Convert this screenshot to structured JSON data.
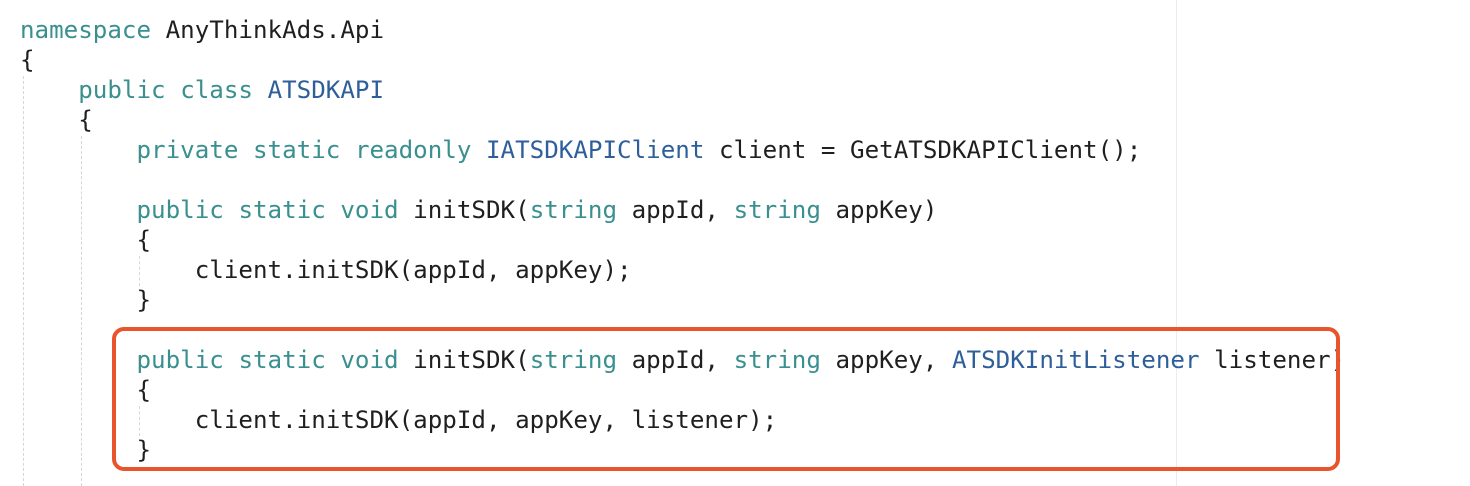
{
  "code": {
    "lines": [
      [
        {
          "t": "namespace",
          "c": "kw"
        },
        {
          "t": " AnyThinkAds.Api",
          "c": "plain"
        }
      ],
      [
        {
          "t": "{",
          "c": "plain"
        }
      ],
      [
        {
          "t": "    ",
          "c": "plain"
        },
        {
          "t": "public",
          "c": "kw"
        },
        {
          "t": " ",
          "c": "plain"
        },
        {
          "t": "class",
          "c": "kw"
        },
        {
          "t": " ",
          "c": "plain"
        },
        {
          "t": "ATSDKAPI",
          "c": "type"
        }
      ],
      [
        {
          "t": "    {",
          "c": "plain"
        }
      ],
      [
        {
          "t": "        ",
          "c": "plain"
        },
        {
          "t": "private",
          "c": "kw"
        },
        {
          "t": " ",
          "c": "plain"
        },
        {
          "t": "static",
          "c": "kw"
        },
        {
          "t": " ",
          "c": "plain"
        },
        {
          "t": "readonly",
          "c": "kw"
        },
        {
          "t": " ",
          "c": "plain"
        },
        {
          "t": "IATSDKAPIClient",
          "c": "type"
        },
        {
          "t": " client = GetATSDKAPIClient();",
          "c": "plain"
        }
      ],
      [],
      [
        {
          "t": "        ",
          "c": "plain"
        },
        {
          "t": "public",
          "c": "kw"
        },
        {
          "t": " ",
          "c": "plain"
        },
        {
          "t": "static",
          "c": "kw"
        },
        {
          "t": " ",
          "c": "plain"
        },
        {
          "t": "void",
          "c": "kw"
        },
        {
          "t": " initSDK(",
          "c": "plain"
        },
        {
          "t": "string",
          "c": "kw"
        },
        {
          "t": " appId, ",
          "c": "plain"
        },
        {
          "t": "string",
          "c": "kw"
        },
        {
          "t": " appKey)",
          "c": "plain"
        }
      ],
      [
        {
          "t": "        {",
          "c": "plain"
        }
      ],
      [
        {
          "t": "            client.initSDK(appId, appKey);",
          "c": "plain"
        }
      ],
      [
        {
          "t": "        }",
          "c": "plain"
        }
      ],
      [],
      [
        {
          "t": "        ",
          "c": "plain"
        },
        {
          "t": "public",
          "c": "kw"
        },
        {
          "t": " ",
          "c": "plain"
        },
        {
          "t": "static",
          "c": "kw"
        },
        {
          "t": " ",
          "c": "plain"
        },
        {
          "t": "void",
          "c": "kw"
        },
        {
          "t": " initSDK(",
          "c": "plain"
        },
        {
          "t": "string",
          "c": "kw"
        },
        {
          "t": " appId, ",
          "c": "plain"
        },
        {
          "t": "string",
          "c": "kw"
        },
        {
          "t": " appKey, ",
          "c": "plain"
        },
        {
          "t": "ATSDKInitListener",
          "c": "type"
        },
        {
          "t": " listener)",
          "c": "plain"
        }
      ],
      [
        {
          "t": "        {",
          "c": "plain"
        }
      ],
      [
        {
          "t": "            client.initSDK(appId, appKey, listener);",
          "c": "plain"
        }
      ],
      [
        {
          "t": "        }",
          "c": "plain"
        }
      ]
    ]
  },
  "colors": {
    "keyword": "#3a8f8f",
    "type": "#2f5f9a",
    "text": "#1f1f1f",
    "highlight_border": "#e8542b"
  }
}
